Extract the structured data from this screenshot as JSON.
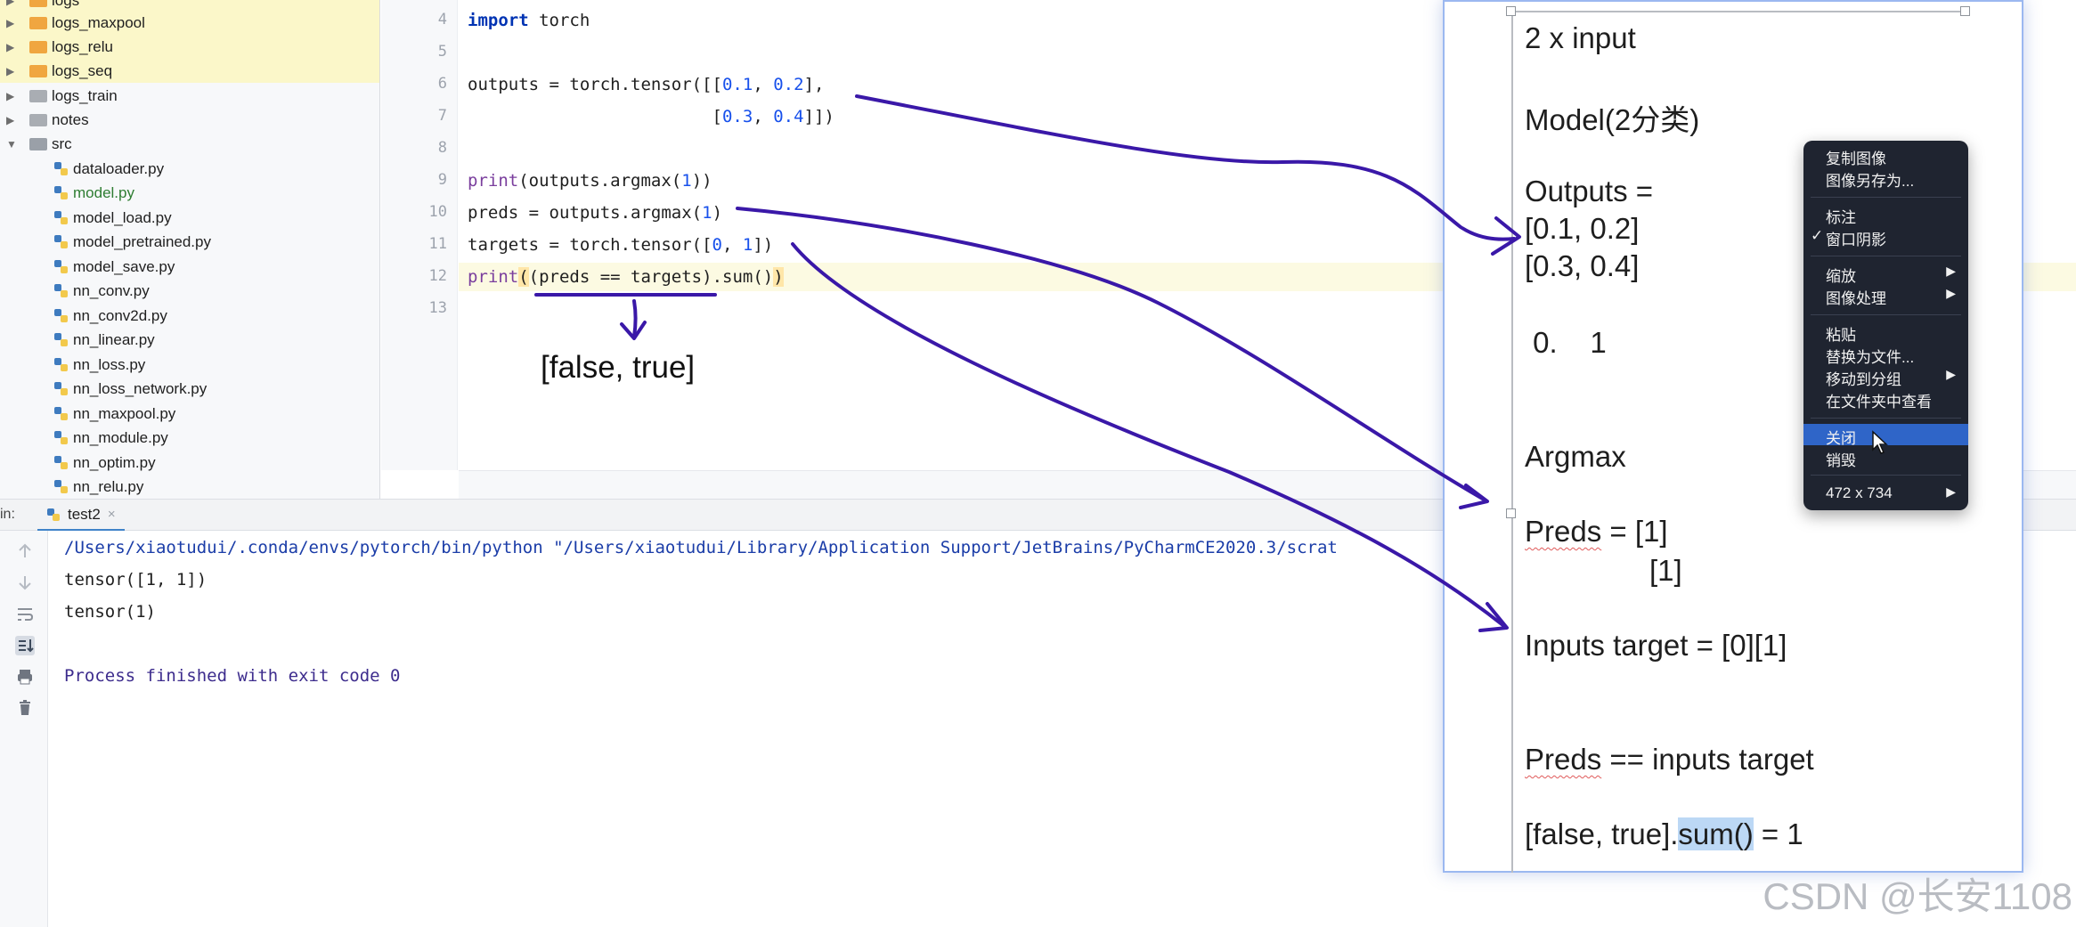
{
  "project_tree": {
    "items": [
      {
        "label": "logs",
        "kind": "folder-orange",
        "arrow": "▶",
        "highlight": true
      },
      {
        "label": "logs_maxpool",
        "kind": "folder-orange",
        "arrow": "▶",
        "highlight": true
      },
      {
        "label": "logs_relu",
        "kind": "folder-orange",
        "arrow": "▶",
        "highlight": true
      },
      {
        "label": "logs_seq",
        "kind": "folder-orange",
        "arrow": "▶",
        "highlight": true
      },
      {
        "label": "logs_train",
        "kind": "folder-gray",
        "arrow": "▶",
        "highlight": false
      },
      {
        "label": "notes",
        "kind": "folder-gray",
        "arrow": "▶",
        "highlight": false
      },
      {
        "label": "src",
        "kind": "folder-plain",
        "arrow": "▼",
        "highlight": false
      },
      {
        "label": "dataloader.py",
        "kind": "py",
        "highlight": false
      },
      {
        "label": "model.py",
        "kind": "py-modified",
        "highlight": false
      },
      {
        "label": "model_load.py",
        "kind": "py",
        "highlight": false
      },
      {
        "label": "model_pretrained.py",
        "kind": "py",
        "highlight": false
      },
      {
        "label": "model_save.py",
        "kind": "py",
        "highlight": false
      },
      {
        "label": "nn_conv.py",
        "kind": "py",
        "highlight": false
      },
      {
        "label": "nn_conv2d.py",
        "kind": "py",
        "highlight": false
      },
      {
        "label": "nn_linear.py",
        "kind": "py",
        "highlight": false
      },
      {
        "label": "nn_loss.py",
        "kind": "py",
        "highlight": false
      },
      {
        "label": "nn_loss_network.py",
        "kind": "py",
        "highlight": false
      },
      {
        "label": "nn_maxpool.py",
        "kind": "py",
        "highlight": false
      },
      {
        "label": "nn_module.py",
        "kind": "py",
        "highlight": false
      },
      {
        "label": "nn_optim.py",
        "kind": "py",
        "highlight": false
      },
      {
        "label": "nn_relu.py",
        "kind": "py",
        "highlight": false
      }
    ]
  },
  "editor": {
    "line_numbers": [
      "4",
      "5",
      "6",
      "7",
      "8",
      "9",
      "10",
      "11",
      "12",
      "13"
    ],
    "lines": {
      "l4a": "import",
      "l4b": " torch",
      "l6a": "outputs = torch.tensor([[",
      "l6n1": "0.1",
      "l6c": ", ",
      "l6n2": "0.2",
      "l6d": "],",
      "l7pad": "                        [",
      "l7n1": "0.3",
      "l7c": ", ",
      "l7n2": "0.4",
      "l7d": "]])",
      "l9a": "print",
      "l9b": "(outputs.argmax(",
      "l9n": "1",
      "l9c": "))",
      "l10a": "preds = outputs.argmax(",
      "l10n": "1",
      "l10c": ")",
      "l11a": "targets = torch.tensor([",
      "l11n1": "0",
      "l11c": ", ",
      "l11n2": "1",
      "l11d": "])",
      "l12a": "print",
      "l12b": "(",
      "l12c": "(preds == targets)",
      "l12d": ".sum()",
      "l12e": ")"
    },
    "annotation": "[false, true]"
  },
  "run_panel": {
    "prefix": "in:",
    "tab_label": "test2",
    "tab_close": "×",
    "console_lines": [
      "/Users/xiaotudui/.conda/envs/pytorch/bin/python \"/Users/xiaotudui/Library/Application Support/JetBrains/PyCharmCE2020.3/scrat",
      "tensor([1, 1])",
      "tensor(1)",
      "",
      "Process finished with exit code 0"
    ]
  },
  "notes_window": {
    "lines": {
      "input": "2 x input",
      "model": "Model(2分类)",
      "outputs": "Outputs =",
      "row1": "[0.1, 0.2]",
      "row2": "[0.3, 0.4]",
      "cls": " 0.    1",
      "argmax": "Argmax",
      "preds_a": "Preds",
      "preds_b": " = [1]",
      "preds2": "[1]",
      "targets": "Inputs target = [0][1]",
      "cmp_a": "Preds",
      "cmp_b": " == inputs target",
      "sum_a": "[false, true].",
      "sum_b": "sum()",
      "sum_c": " = 1"
    }
  },
  "context_menu": {
    "items": [
      {
        "label": "复制图像"
      },
      {
        "label": "图像另存为..."
      },
      {
        "label": "标注"
      },
      {
        "label": "窗口阴影",
        "check": "✓"
      },
      {
        "label": "缩放",
        "submenu": "▶"
      },
      {
        "label": "图像处理",
        "submenu": "▶"
      },
      {
        "label": "粘贴"
      },
      {
        "label": "替换为文件..."
      },
      {
        "label": "移动到分组",
        "submenu": "▶"
      },
      {
        "label": "在文件夹中查看"
      },
      {
        "label": "关闭",
        "selected": true
      },
      {
        "label": "销毁"
      },
      {
        "label": "472 x 734",
        "submenu": "▶"
      }
    ]
  },
  "watermark": "CSDN @长安1108",
  "colors": {
    "ink": "#3a18a8",
    "accent_selected": "#2f65c8",
    "folder_orange": "#f0a640",
    "current_line": "#fcfae2",
    "tree_highlight": "#fbf7c9"
  }
}
